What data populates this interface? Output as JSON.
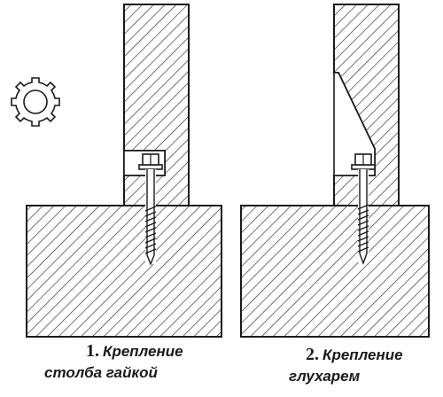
{
  "captions": {
    "method1_number": "1.",
    "method1_line1": "Крепление",
    "method1_line2": "столба гайкой",
    "method2_number": "2.",
    "method2_line1": "Крепление",
    "method2_line2": "глухарем"
  },
  "colors": {
    "line": "#1a1a1a",
    "hatch": "#2a2a2a",
    "background": "#ffffff"
  },
  "icons": [
    "washer-icon"
  ]
}
